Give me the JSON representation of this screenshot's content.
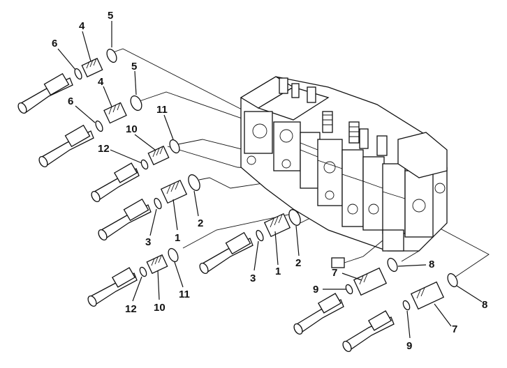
{
  "diagram": {
    "callouts": [
      "5",
      "4",
      "6",
      "5",
      "4",
      "6",
      "11",
      "10",
      "12",
      "2",
      "1",
      "3",
      "3",
      "1",
      "2",
      "12",
      "10",
      "11",
      "7",
      "8",
      "9",
      "8",
      "9",
      "7"
    ]
  }
}
